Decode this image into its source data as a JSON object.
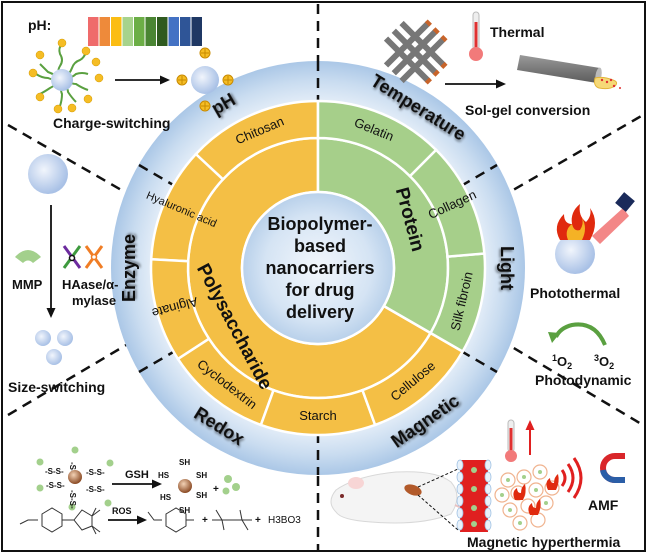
{
  "center": {
    "lines": [
      "Biopolymer-",
      "based",
      "nanocarriers",
      "for drug",
      "delivery"
    ]
  },
  "inner_ring": [
    {
      "label": "Polysaccharide",
      "color": "#f4bf45"
    },
    {
      "label": "Protein",
      "color": "#a6cf8a"
    }
  ],
  "outer_ring": [
    {
      "label": "Chitosan",
      "group": "Polysaccharide"
    },
    {
      "label": "Hyaluronic acid",
      "group": "Polysaccharide"
    },
    {
      "label": "Alginate",
      "group": "Polysaccharide"
    },
    {
      "label": "Cyclodextrin",
      "group": "Polysaccharide"
    },
    {
      "label": "Starch",
      "group": "Polysaccharide"
    },
    {
      "label": "Cellulose",
      "group": "Polysaccharide"
    },
    {
      "label": "Silk fibroin",
      "group": "Protein"
    },
    {
      "label": "Collagen",
      "group": "Protein"
    },
    {
      "label": "Gelatin",
      "group": "Protein"
    }
  ],
  "stimuli_ring": [
    "pH",
    "Temperature",
    "Light",
    "Magnetic",
    "Redox",
    "Enzyme"
  ],
  "panels": {
    "ph": {
      "scale_label": "pH:",
      "scale_colors": [
        "#ef6b6b",
        "#ee8a3a",
        "#fbbd13",
        "#a7d38c",
        "#6cae46",
        "#4a8533",
        "#2f5a1f",
        "#4472c4",
        "#2f5597",
        "#1f3864"
      ],
      "caption": "Charge-switching"
    },
    "temperature": {
      "stimulus": "Thermal",
      "caption": "Sol-gel conversion"
    },
    "light": {
      "caption_1": "Photothermal",
      "species_1": "1O2",
      "species_2": "3O2",
      "caption_2": "Photodynamic"
    },
    "enzyme": {
      "enzyme_1": "MMP",
      "enzyme_2_line1": "HAase/α-",
      "enzyme_2_line2": "mylase",
      "caption": "Size-switching"
    },
    "redox": {
      "reagent_1": "GSH",
      "reagent_2": "ROS",
      "product": "H3BO3"
    },
    "magnetic": {
      "field": "AMF",
      "caption": "Magnetic hyperthermia"
    }
  },
  "colors": {
    "polysaccharide": "#f4bf45",
    "protein": "#a6cf8a",
    "stimuli_ring": "#b9d3ec",
    "center": "#cfe0f3"
  }
}
